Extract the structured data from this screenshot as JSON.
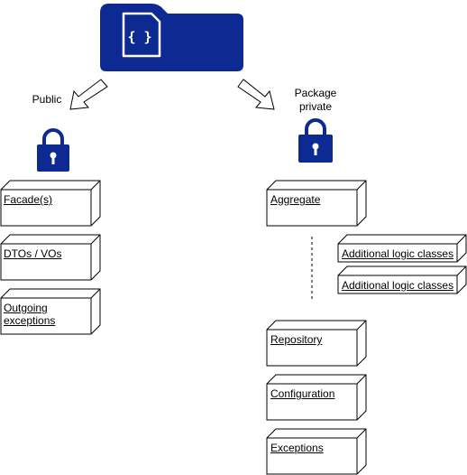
{
  "labels": {
    "public": "Public",
    "package_private_line1": "Package",
    "package_private_line2": "private",
    "module_icon_glyph": "{ }"
  },
  "public_boxes": {
    "facades": "Facade(s)",
    "dtos_vos": "DTOs / VOs",
    "outgoing_exceptions_line1": "Outgoing",
    "outgoing_exceptions_line2": "exceptions"
  },
  "private_boxes": {
    "aggregate": "Aggregate",
    "additional_logic_1": "Additional logic classes",
    "additional_logic_2": "Additional logic classes",
    "repository": "Repository",
    "configuration": "Configuration",
    "exceptions": "Exceptions"
  },
  "icons": {
    "module": "folder-code-icon",
    "public_lock": "unlocked-padlock-icon",
    "private_lock": "locked-padlock-icon",
    "arrow_left": "arrow-down-left-icon",
    "arrow_right": "arrow-down-right-icon"
  },
  "colors": {
    "icon_fill": "#0c2a92",
    "icon_stroke": "#ffffff",
    "arrow_fill": "#ffffff",
    "box_stroke": "#000000"
  }
}
